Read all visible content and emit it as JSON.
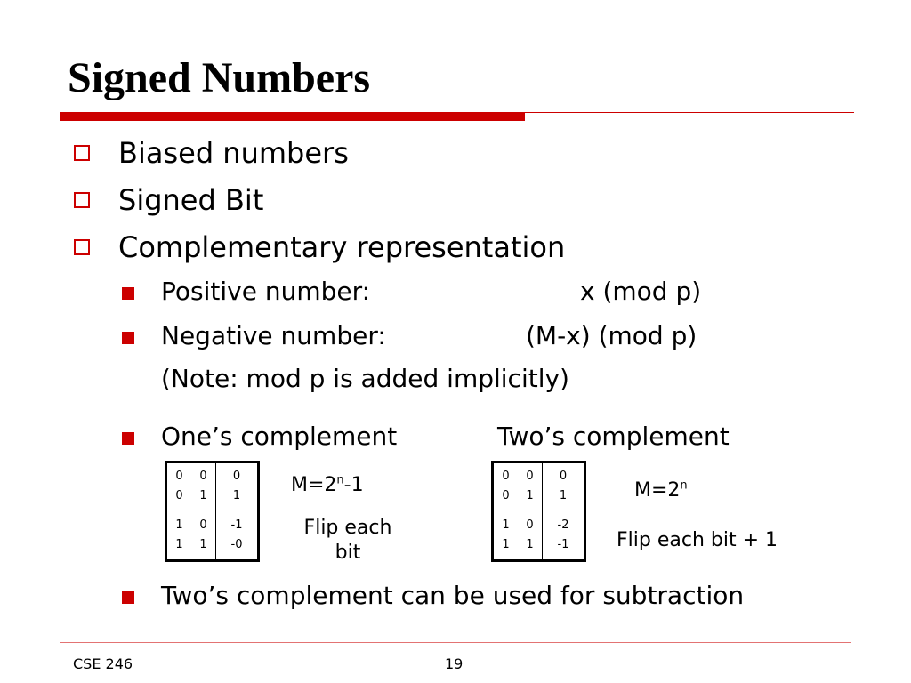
{
  "slide": {
    "title": "Signed Numbers",
    "bullets_l1": [
      "Biased numbers",
      "Signed Bit",
      "Complementary representation"
    ],
    "positive_label": "Positive number:",
    "positive_value": "x  (mod p)",
    "negative_label": "Negative number:",
    "negative_value": "(M-x) (mod p)",
    "note": "(Note: mod p is added implicitly)",
    "ones_heading": "One’s complement",
    "twos_heading": "Two’s complement",
    "last_bullet": "Two’s complement can be used for subtraction"
  },
  "ones_table": {
    "rows": [
      {
        "b1": [
          "0",
          "0"
        ],
        "b0": [
          "0",
          "1"
        ],
        "val": [
          "0",
          "1"
        ]
      },
      {
        "b1": [
          "1",
          "1"
        ],
        "b0": [
          "0",
          "1"
        ],
        "val": [
          "-1",
          "-0"
        ]
      }
    ]
  },
  "ones_notes": {
    "m_prefix": "M=2",
    "m_sup": "n",
    "m_suffix": "-1",
    "flip_line1": "Flip each",
    "flip_line2": "bit"
  },
  "twos_table": {
    "rows": [
      {
        "b1": [
          "0",
          "0"
        ],
        "b0": [
          "0",
          "1"
        ],
        "val": [
          "0",
          "1"
        ]
      },
      {
        "b1": [
          "1",
          "1"
        ],
        "b0": [
          "0",
          "1"
        ],
        "val": [
          "-2",
          "-1"
        ]
      }
    ]
  },
  "twos_notes": {
    "m_prefix": "M=2",
    "m_sup": "n",
    "flip": "Flip each bit + 1"
  },
  "footer": {
    "course": "CSE 246",
    "page": "19"
  },
  "colors": {
    "accent": "#cc0000",
    "text": "#000000",
    "background": "#ffffff"
  }
}
